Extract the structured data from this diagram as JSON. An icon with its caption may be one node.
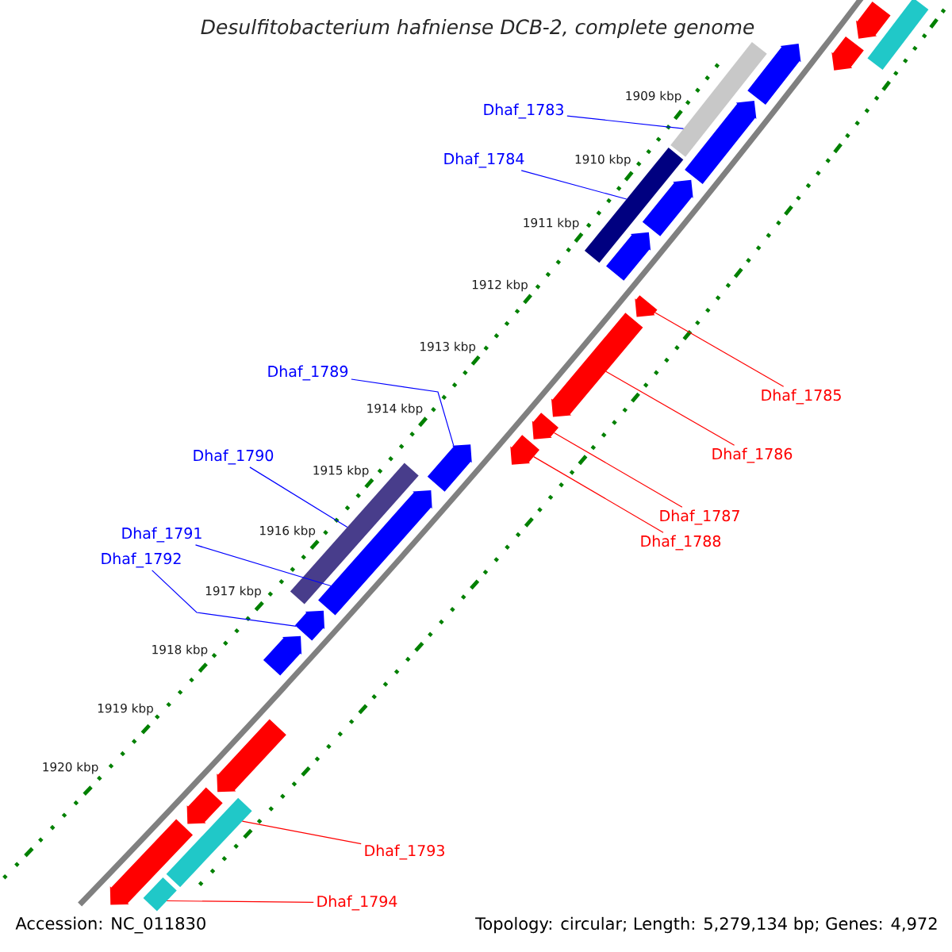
{
  "diagram": {
    "title": "Desulfitobacterium hafniense DCB-2, complete genome",
    "nodes": [
      {
        "text": [
          "Dhaf_1783"
        ]
      },
      {
        "text": [
          "Dhaf_1784"
        ]
      },
      {
        "text": [
          "Dhaf_1789"
        ]
      },
      {
        "text": [
          "Dhaf_1790"
        ]
      },
      {
        "text": [
          "Dhaf_1791"
        ]
      },
      {
        "text": [
          "Dhaf_1792"
        ]
      },
      {
        "text": [
          "Dhaf_1785"
        ]
      },
      {
        "text": [
          "Dhaf_1786"
        ]
      },
      {
        "text": [
          "Dhaf_1787"
        ]
      },
      {
        "text": [
          "Dhaf_1788"
        ]
      },
      {
        "text": [
          "Dhaf_1793"
        ]
      },
      {
        "text": [
          "Dhaf_1794"
        ]
      },
      {
        "text": [],
        "shape": "arrow"
      },
      {
        "text": [],
        "shape": "bar"
      },
      {
        "text": [],
        "shape": "arrow"
      },
      {
        "text": [],
        "shape": "arrow"
      },
      {
        "text": [],
        "shape": "bar"
      },
      {
        "text": [],
        "shape": "arrow"
      },
      {
        "text": [],
        "shape": "bar"
      },
      {
        "text": [],
        "shape": "arrow"
      },
      {
        "text": [],
        "shape": "arrow"
      },
      {
        "text": [],
        "shape": "arrow"
      },
      {
        "text": [],
        "shape": "arrow"
      },
      {
        "text": [],
        "shape": "arrow"
      },
      {
        "text": [],
        "shape": "arrow"
      },
      {
        "text": [],
        "shape": "arrow"
      },
      {
        "text": [],
        "shape": "bar"
      },
      {
        "text": [],
        "shape": "arrow"
      },
      {
        "text": [],
        "shape": "arrow"
      },
      {
        "text": [],
        "shape": "arrow"
      },
      {
        "text": [],
        "shape": "arrow"
      },
      {
        "text": [],
        "shape": "arrow"
      },
      {
        "text": [],
        "shape": "bar"
      },
      {
        "text": [],
        "shape": "arrow"
      },
      {
        "text": [],
        "shape": "bar"
      }
    ],
    "edges": [
      {
        "from": 0,
        "to": 16,
        "arrow": "none",
        "color": "#0000ff"
      },
      {
        "from": 1,
        "to": 18,
        "arrow": "none",
        "color": "#0000ff"
      },
      {
        "from": 2,
        "to": 25,
        "arrow": "none",
        "color": "#0000ff"
      },
      {
        "from": 3,
        "to": 26,
        "arrow": "none",
        "color": "#0000ff"
      },
      {
        "from": 4,
        "to": 27,
        "arrow": "none",
        "color": "#0000ff"
      },
      {
        "from": 5,
        "to": 28,
        "arrow": "none",
        "color": "#0000ff"
      },
      {
        "from": 6,
        "to": 21,
        "arrow": "none",
        "color": "#ff0000"
      },
      {
        "from": 7,
        "to": 22,
        "arrow": "none",
        "color": "#ff0000"
      },
      {
        "from": 8,
        "to": 23,
        "arrow": "none",
        "color": "#ff0000"
      },
      {
        "from": 9,
        "to": 24,
        "arrow": "none",
        "color": "#ff0000"
      },
      {
        "from": 10,
        "to": 32,
        "arrow": "none",
        "color": "#ff0000"
      },
      {
        "from": 11,
        "to": 34,
        "arrow": "none",
        "color": "#ff0000"
      }
    ],
    "labels": [
      "1909 kbp",
      "1910 kbp",
      "1911 kbp",
      "1912 kbp",
      "1913 kbp",
      "1914 kbp",
      "1915 kbp",
      "1916 kbp",
      "1917 kbp",
      "1918 kbp",
      "1919 kbp",
      "1920 kbp",
      "Accession: NC_011830",
      "Topology: circular; Length: 5,279,134 bp; Genes: 4,972"
    ]
  }
}
